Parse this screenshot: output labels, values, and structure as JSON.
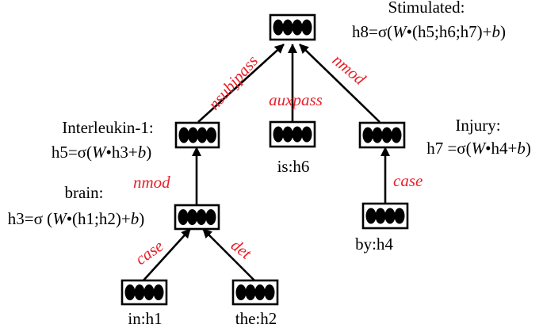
{
  "colors": {
    "edge_label": "#e8202a",
    "text": "#000000",
    "line": "#000000"
  },
  "nodes": {
    "stimulated": {
      "name": "Stimulated:",
      "formula_prefix": "h8=σ(",
      "formula_W": "W",
      "formula_mid": "•(h5;h6;h7)+",
      "formula_b": "b",
      "formula_suffix": ")"
    },
    "interleukin": {
      "name": "Interleukin-1:",
      "formula_prefix": "h5=σ(",
      "formula_W": "W",
      "formula_mid": "•h3+",
      "formula_b": "b",
      "formula_suffix": ")"
    },
    "is": {
      "name": "is:h6"
    },
    "injury": {
      "name": "Injury:",
      "formula_prefix": "h7 =σ(",
      "formula_W": "W",
      "formula_mid": "•h4+",
      "formula_b": "b",
      "formula_suffix": ")"
    },
    "brain": {
      "name": "brain:",
      "formula_prefix": "h3=σ (",
      "formula_W": "W",
      "formula_mid": "•(h1;h2)+",
      "formula_b": "b",
      "formula_suffix": ")"
    },
    "by": {
      "name": "by:h4"
    },
    "in": {
      "name": "in:h1"
    },
    "the": {
      "name": "the:h2"
    }
  },
  "edges": {
    "nsubjpass": "nsubjpass",
    "auxpass": "auxpass",
    "nmod_top": "nmod",
    "nmod_left": "nmod",
    "case_right": "case",
    "case_bottom": "case",
    "det": "det"
  }
}
